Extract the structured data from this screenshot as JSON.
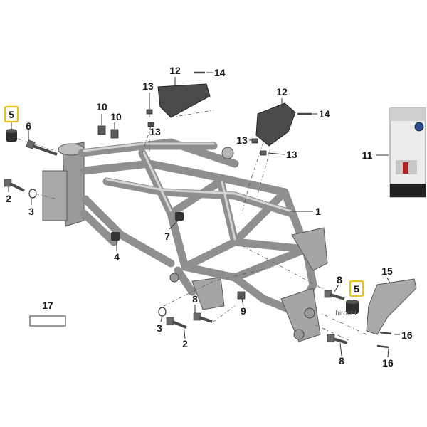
{
  "callouts": [
    {
      "id": "c5a",
      "text": "5"
    },
    {
      "id": "c6",
      "text": "6"
    },
    {
      "id": "c2a",
      "text": "2"
    },
    {
      "id": "c3a",
      "text": "3"
    },
    {
      "id": "c10a",
      "text": "10"
    },
    {
      "id": "c10b",
      "text": "10"
    },
    {
      "id": "c13a",
      "text": "13"
    },
    {
      "id": "c13b",
      "text": "13"
    },
    {
      "id": "c12a",
      "text": "12"
    },
    {
      "id": "c14a",
      "text": "14"
    },
    {
      "id": "c12b",
      "text": "12"
    },
    {
      "id": "c14b",
      "text": "14"
    },
    {
      "id": "c13c",
      "text": "13"
    },
    {
      "id": "c13d",
      "text": "13"
    },
    {
      "id": "c11",
      "text": "11"
    },
    {
      "id": "c1",
      "text": "1"
    },
    {
      "id": "c7",
      "text": "7"
    },
    {
      "id": "c4",
      "text": "4"
    },
    {
      "id": "c17",
      "text": "17"
    },
    {
      "id": "c8a",
      "text": "8"
    },
    {
      "id": "c9",
      "text": "9"
    },
    {
      "id": "c3b",
      "text": "3"
    },
    {
      "id": "c2b",
      "text": "2"
    },
    {
      "id": "c8b",
      "text": "8"
    },
    {
      "id": "c5b",
      "text": "5"
    },
    {
      "id": "c8c",
      "text": "8"
    },
    {
      "id": "c15",
      "text": "15"
    },
    {
      "id": "c16a",
      "text": "16"
    },
    {
      "id": "c16b",
      "text": "16"
    }
  ],
  "highlight_color": "#e8c21a",
  "watermark": "hirochi"
}
